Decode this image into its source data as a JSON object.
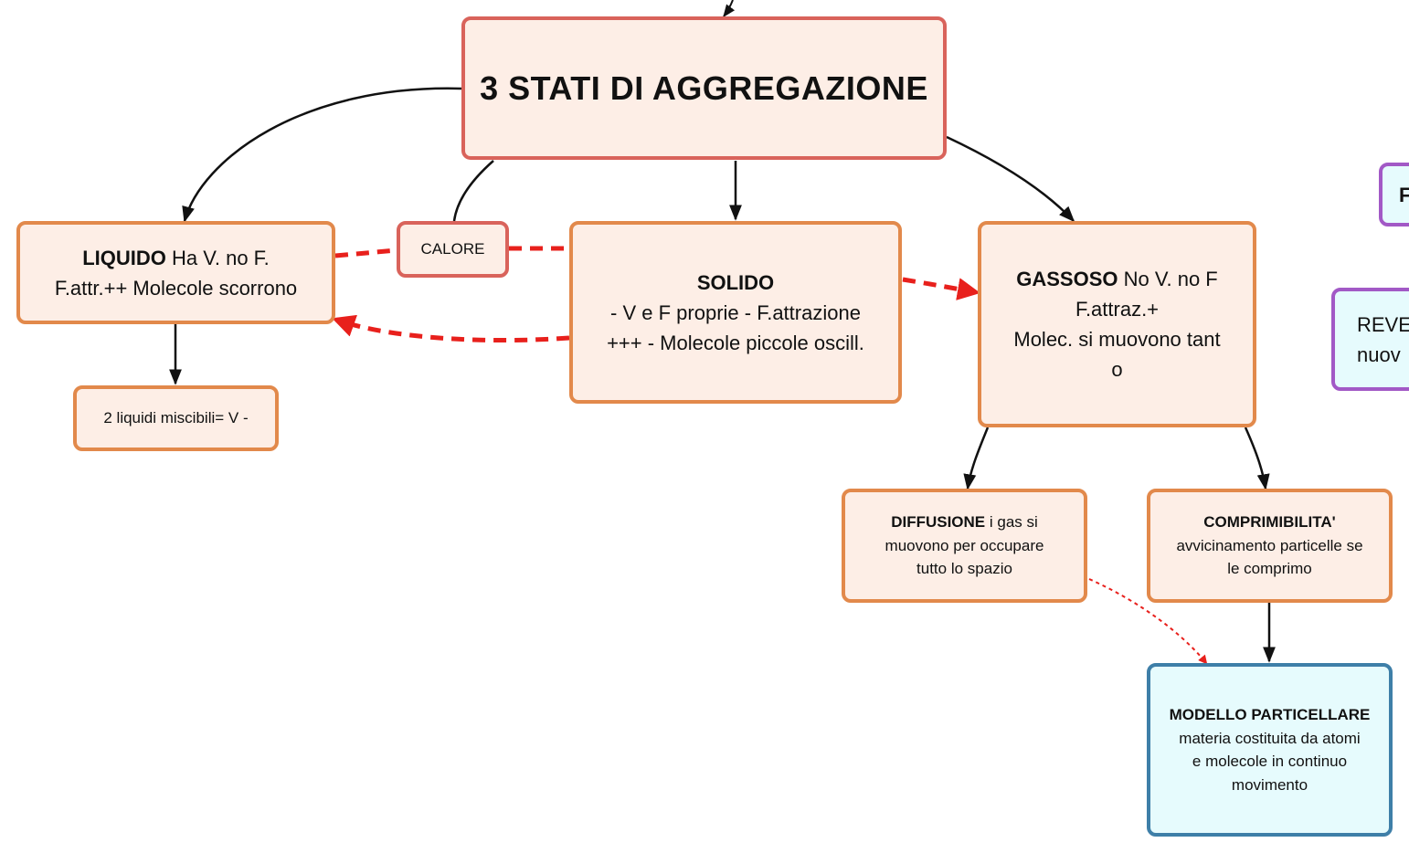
{
  "nodes": {
    "main": {
      "text": "3 STATI DI AGGREGAZIONE"
    },
    "liquido": {
      "bold": "LIQUIDO",
      "text1": " Ha V. no F.",
      "text2": "F.attr.++ Molecole scorrono"
    },
    "calore": {
      "text": "CALORE"
    },
    "solido": {
      "bold": "SOLIDO",
      "line1": "- V e F proprie - F.attrazione",
      "line2": "+++ - Molecole piccole oscill."
    },
    "gassoso": {
      "bold": "GASSOSO",
      "text1": " No V. no F",
      "line2": "F.attraz.+",
      "line3": "Molec. si muovono tant",
      "line4": "o"
    },
    "miscibili": {
      "text": "2 liquidi miscibili= V -"
    },
    "diffusione": {
      "bold": "DIFFUSIONE",
      "text1": " i gas si",
      "line2": "muovono per occupare",
      "line3": "tutto lo spazio"
    },
    "comprimibilita": {
      "bold": "COMPRIMIBILITA'",
      "line2": "avvicinamento particelle se",
      "line3": "le comprimo"
    },
    "modello": {
      "bold": "MODELLO PARTICELLARE",
      "line2": "materia costituita da atomi",
      "line3": "e molecole in continuo",
      "line4": "movimento"
    },
    "partial1": {
      "text": "F"
    },
    "partial2": {
      "line1": "REVE",
      "line2": "nuov"
    }
  },
  "colors": {
    "node_fill": "#fdeee6",
    "orange_border": "#e2894b",
    "red_border": "#d9635b",
    "blue_border": "#3e7fa8",
    "purple_border": "#a259c6",
    "blue_fill": "#e6fbfd",
    "dashed_link": "#e8201c"
  }
}
